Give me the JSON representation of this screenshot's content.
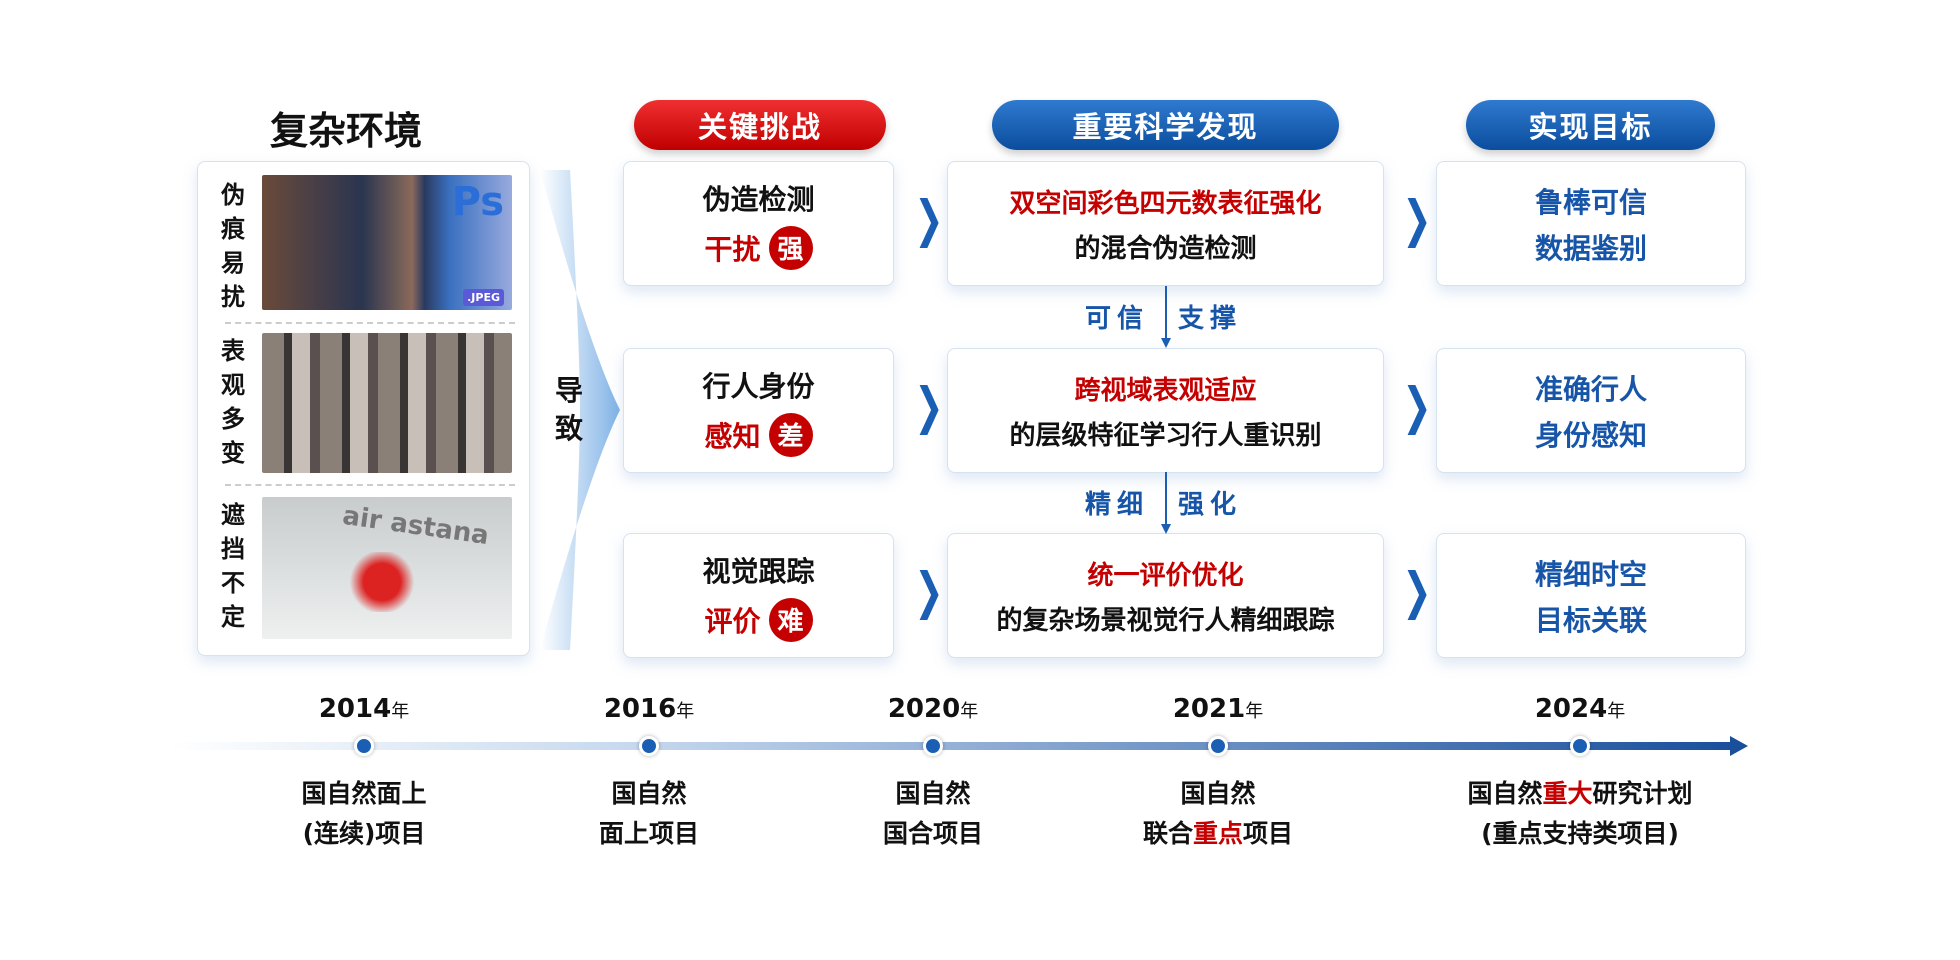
{
  "left": {
    "title": "复杂环境",
    "cause": "导致",
    "items": [
      {
        "label": "伪痕易扰",
        "image": "forgery-photo",
        "tag": ".JPEG",
        "ps": "Ps"
      },
      {
        "label": "表观多变",
        "image": "pedestrians-photo"
      },
      {
        "label": "遮挡不定",
        "image": "skating-photo",
        "banner": "air astana"
      }
    ]
  },
  "headers": {
    "challenge": "关键挑战",
    "discovery": "重要科学发现",
    "goal": "实现目标"
  },
  "rows": [
    {
      "challenge": "伪造检测",
      "issue": "干扰",
      "badge": "强",
      "discovery_red": "双空间彩色四元数表征强化",
      "discovery_black": "的混合伪造检测",
      "goal1": "鲁棒可信",
      "goal2": "数据鉴别"
    },
    {
      "challenge": "行人身份",
      "issue": "感知",
      "badge": "差",
      "discovery_red": "跨视域表观适应",
      "discovery_black": "的层级特征学习行人重识别",
      "goal1": "准确行人",
      "goal2": "身份感知"
    },
    {
      "challenge": "视觉跟踪",
      "issue": "评价",
      "badge": "难",
      "discovery_red": "统一评价优化",
      "discovery_black": "的复杂场景视觉行人精细跟踪",
      "goal1": "精细时空",
      "goal2": "目标关联"
    }
  ],
  "connectors": [
    {
      "left": "可信",
      "right": "支撑"
    },
    {
      "left": "精细",
      "right": "强化"
    }
  ],
  "timeline": [
    {
      "year": "2014",
      "unit": "年",
      "line1": "国自然面上",
      "line2": "(连续)项目"
    },
    {
      "year": "2016",
      "unit": "年",
      "line1": "国自然",
      "line2": "面上项目"
    },
    {
      "year": "2020",
      "unit": "年",
      "line1": "国自然",
      "line2": "国合项目"
    },
    {
      "year": "2021",
      "unit": "年",
      "line1": "国自然",
      "line2a": "联合",
      "line2red": "重点",
      "line2b": "项目"
    },
    {
      "year": "2024",
      "unit": "年",
      "line1a": "国自然",
      "line1red": "重大",
      "line1b": "研究计划",
      "line2": "(重点支持类项目)"
    }
  ],
  "colors": {
    "red": "#c40000",
    "blue": "#1755a8"
  }
}
